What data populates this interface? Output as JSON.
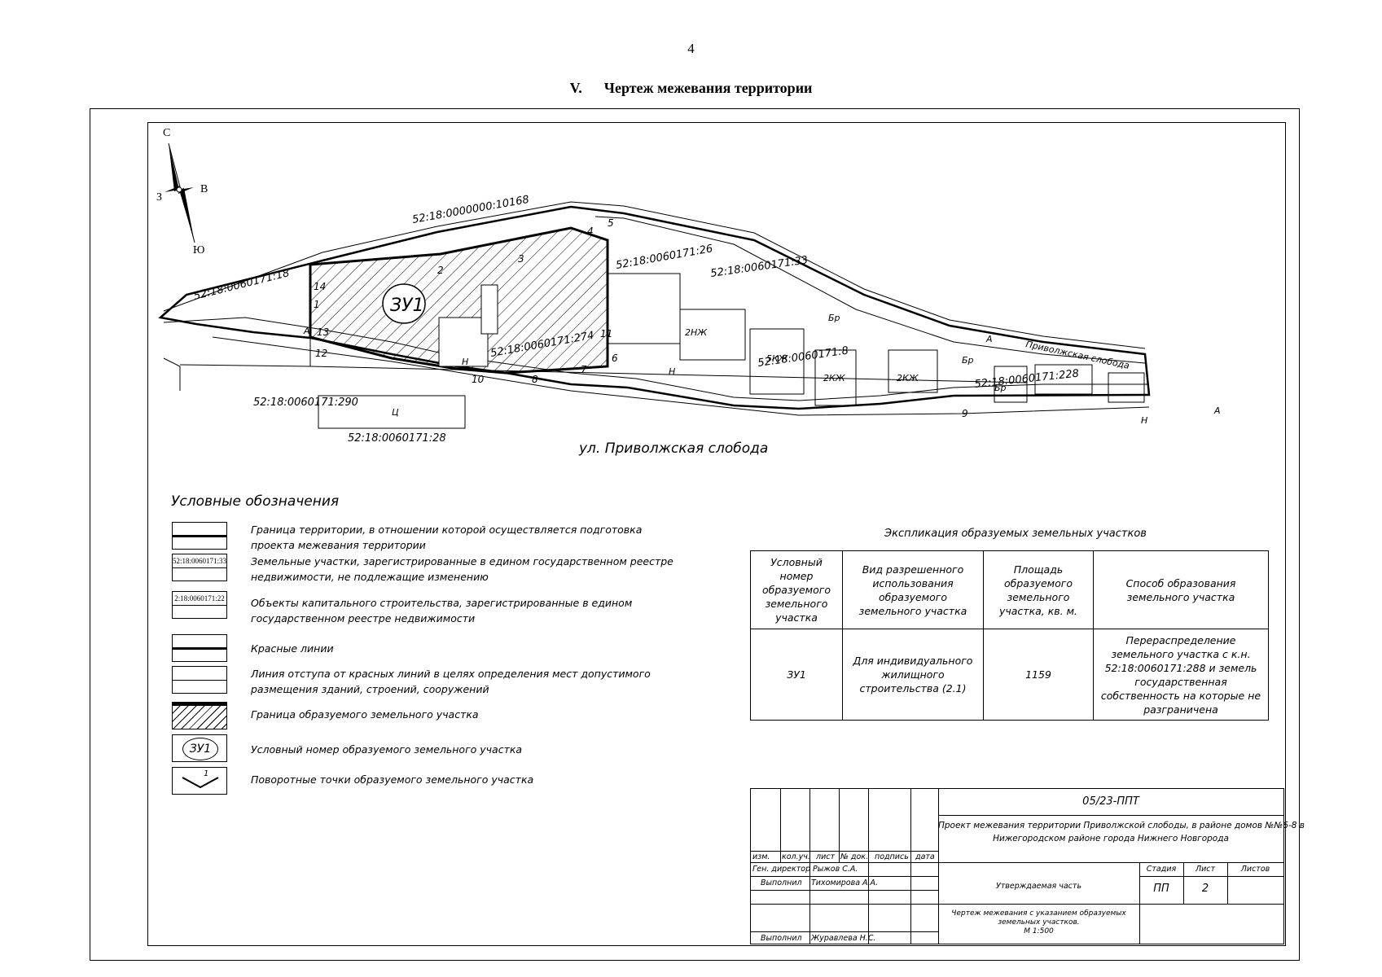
{
  "page": {
    "number": "4",
    "title": "V.      Чертеж межевания территории"
  },
  "map": {
    "compass": {
      "n": "С",
      "s": "Ю",
      "w": "З",
      "e": "В"
    },
    "parcels": {
      "p10168": "52:18:0000000:10168",
      "p18": "52:18:0060171:18",
      "p26": "52:18:0060171:26",
      "p33": "52:18:0060171:33",
      "p2274": "52:18:0060171:274",
      "p_mid": "52:18:0060171:8",
      "p290": "52:18:0060171:290",
      "p28": "52:18:0060171:28",
      "p228": "52:18:0060171:228"
    },
    "zone_label": "ЗУ1",
    "street_label": "ул. Приволжская слобода",
    "street_label_small": "Приволжская слобода",
    "building_labels": [
      "2НЖ",
      "5КЖ",
      "2КЖ",
      "2КЖ",
      "Бр",
      "Бр",
      "Н",
      "Н",
      "Н",
      "Ц",
      "Бр",
      "А",
      "А",
      "А"
    ],
    "point_labels": [
      "1",
      "2",
      "3",
      "4",
      "5",
      "6",
      "7",
      "8",
      "9",
      "10",
      "11",
      "12",
      "13",
      "14"
    ]
  },
  "legend": {
    "title": "Условные обозначения",
    "items": [
      {
        "text": "Граница территории, в отношении которой осуществляется подготовка проекта межевания территории"
      },
      {
        "symbol_text": "52:18:0060171:33",
        "text": "Земельные участки, зарегистрированные в едином государственном реестре недвижимости, не подлежащие изменению"
      },
      {
        "symbol_text": "2:18:0060171:22",
        "text": "Объекты капитального строительства, зарегистрированные в едином государственном реестре недвижимости"
      },
      {
        "text": "Красные линии"
      },
      {
        "text": "Линия отступа от красных линий в целях определения мест допустимого размещения зданий, строений, сооружений"
      },
      {
        "text": "Граница образуемого земельного участка"
      },
      {
        "symbol_text": "ЗУ1",
        "text": "Условный номер образуемого земельного участка"
      },
      {
        "symbol_text": "1",
        "text": "Поворотные точки образуемого земельного участка"
      }
    ]
  },
  "explication": {
    "caption": "Экспликация образуемых земельных участков",
    "headers": [
      "Условный номер образуемого земельного участка",
      "Вид разрешенного использования образуемого земельного участка",
      "Площадь образуемого земельного участка, кв. м.",
      "Способ образования земельного участка"
    ],
    "rows": [
      [
        "ЗУ1",
        "Для индивидуального жилищного строительства (2.1)",
        "1159",
        "Перераспределение земельного участка с к.н. 52:18:0060171:288 и земель государственная собственность на которые не разграничена"
      ]
    ]
  },
  "stamp": {
    "code": "05/23-ППТ",
    "project_line1": "Проект межевания территории Приволжской слободы, в районе домов №№6-8 в",
    "project_line2": "Нижегородском районе города Нижнего Новгорода",
    "col_headers": [
      "изм.",
      "кол.уч.",
      "лист",
      "№ док.",
      "подпись",
      "дата"
    ],
    "people": [
      {
        "role": "Ген. директор",
        "name": "Рыжов С.А."
      },
      {
        "role": "Выполнил",
        "name": "Тихомирова А.А."
      },
      {
        "role": "Выполнил",
        "name": "Журавлева Н.С."
      }
    ],
    "part": "Утверждаемая часть",
    "stage_header": "Стадия",
    "sheet_header": "Лист",
    "sheets_header": "Листов",
    "stage": "ПП",
    "sheet": "2",
    "sheets": "",
    "drawing_line1": "Чертеж межевания с указанием образуемых",
    "drawing_line2": "земельных участков.",
    "scale": "М 1:500"
  }
}
